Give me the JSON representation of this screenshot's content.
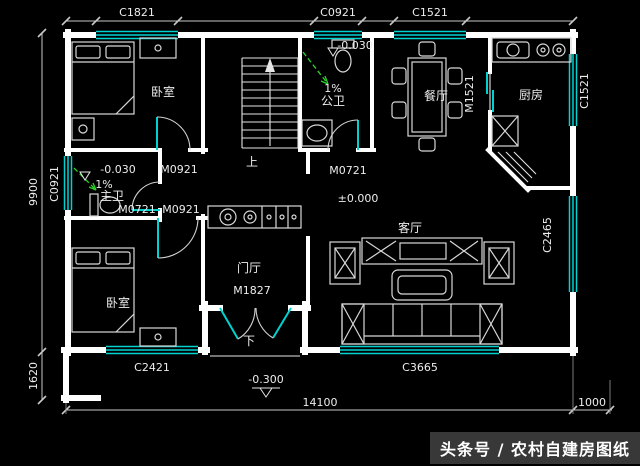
{
  "colors": {
    "background": "#000000",
    "wall": "#ffffff",
    "window": "#00d2d2",
    "door_leaf": "#00d2d2",
    "slope_arrow": "#2bd42b",
    "text": "#ededed"
  },
  "plan": {
    "windows": {
      "c1821": "C1821",
      "c0921_top": "C0921",
      "c1521_top": "C1521",
      "c0921_left": "C0921",
      "c1521_right": "C1521",
      "c2465": "C2465",
      "c2421": "C2421",
      "c3665": "C3665"
    },
    "doors": {
      "bedroom1": "M0921",
      "bedroom2": "M0921",
      "master_bath": "M0721",
      "public_bath": "M0721",
      "kitchen": "M1521",
      "entry": "M1827"
    },
    "rooms": {
      "bedroom_top": "卧室",
      "bedroom_bottom": "卧室",
      "master_bath": "主卫",
      "public_bath": "公卫",
      "dining": "餐厅",
      "kitchen": "厨房",
      "foyer": "门厅",
      "living": "客厅"
    },
    "levels": {
      "public_bath": "-0.030",
      "master_bath": "-0.030",
      "ground": "±0.000",
      "porch": "-0.300"
    },
    "slopes": {
      "public_bath": "1%",
      "master_bath": "1%"
    },
    "stairs": {
      "up": "上",
      "down": "下"
    },
    "dimensions": {
      "height": "9900",
      "porch_depth": "1620",
      "width": "14100",
      "right_offset": "1000"
    }
  },
  "watermark": {
    "text": "头条号 / 农村自建房图纸"
  }
}
